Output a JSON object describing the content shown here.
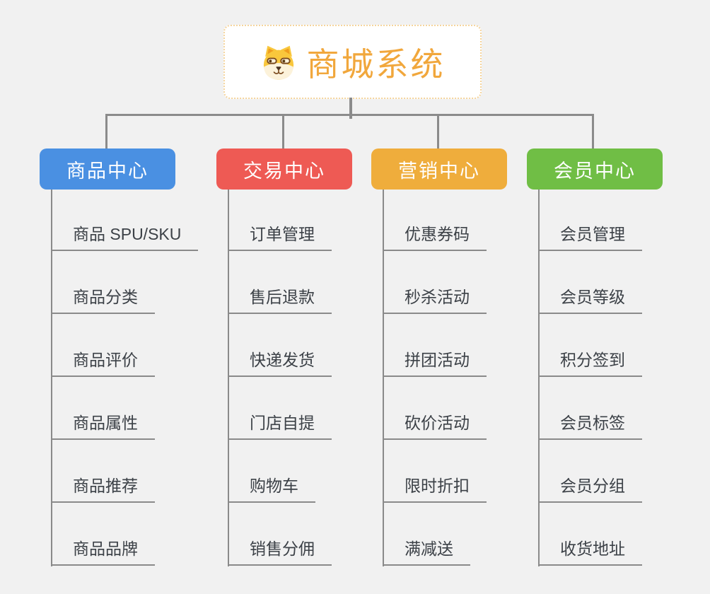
{
  "page": {
    "background_color": "#F1F1F1",
    "connector_color": "#8B8B8B"
  },
  "root": {
    "label": "商城系统",
    "icon": "dog-face-icon",
    "text_color": "#F1A73C",
    "border_color": "#F5D49C"
  },
  "branches": [
    {
      "id": "product-center",
      "label": "商品中心",
      "color": "#4A90E2",
      "children": [
        "商品 SPU/SKU",
        "商品分类",
        "商品评价",
        "商品属性",
        "商品推荐",
        "商品品牌"
      ]
    },
    {
      "id": "trade-center",
      "label": "交易中心",
      "color": "#EE5A54",
      "children": [
        "订单管理",
        "售后退款",
        "快递发货",
        "门店自提",
        "购物车",
        "销售分佣"
      ]
    },
    {
      "id": "marketing-center",
      "label": "营销中心",
      "color": "#EFAD3C",
      "children": [
        "优惠券码",
        "秒杀活动",
        "拼团活动",
        "砍价活动",
        "限时折扣",
        "满减送"
      ]
    },
    {
      "id": "member-center",
      "label": "会员中心",
      "color": "#70BE45",
      "children": [
        "会员管理",
        "会员等级",
        "积分签到",
        "会员标签",
        "会员分组",
        "收货地址"
      ]
    }
  ]
}
